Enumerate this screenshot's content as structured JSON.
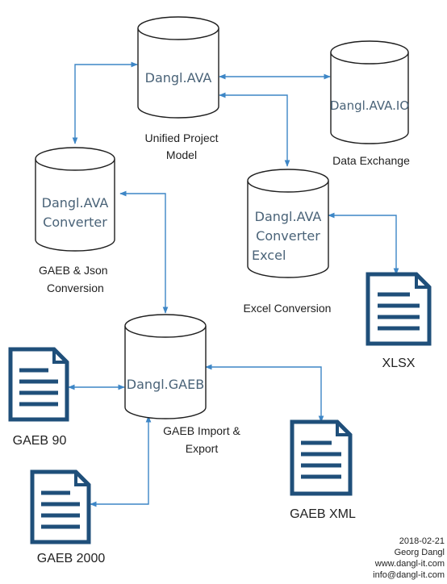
{
  "databases": {
    "ava": "Dangl.AVA",
    "avaio": "Dangl.AVA.IO",
    "converter": [
      "Dangl.AVA",
      "Converter"
    ],
    "excel": [
      "Dangl.AVA",
      "Converter",
      "Excel"
    ],
    "gaeb": "Dangl.GAEB"
  },
  "labels": {
    "unified": [
      "Unified Project",
      "Model"
    ],
    "data_exchange": "Data Exchange",
    "gaeb_json": [
      "GAEB & Json",
      "Conversion"
    ],
    "excel_conversion": "Excel Conversion",
    "gaeb_import": [
      "GAEB Import &",
      "Export"
    ]
  },
  "documents": {
    "xlsx": "XLSX",
    "gaeb90": "GAEB 90",
    "gaebxml": "GAEB XML",
    "gaeb2000": "GAEB 2000"
  },
  "footer": {
    "date": "2018-02-21",
    "author": "Georg Dangl",
    "website": "www.dangl-it.com",
    "email": "info@dangl-it.com"
  },
  "colors": {
    "connector": "#3d86c6",
    "outline": "#1e1e1e",
    "document_fill": "#1f4f7a"
  }
}
